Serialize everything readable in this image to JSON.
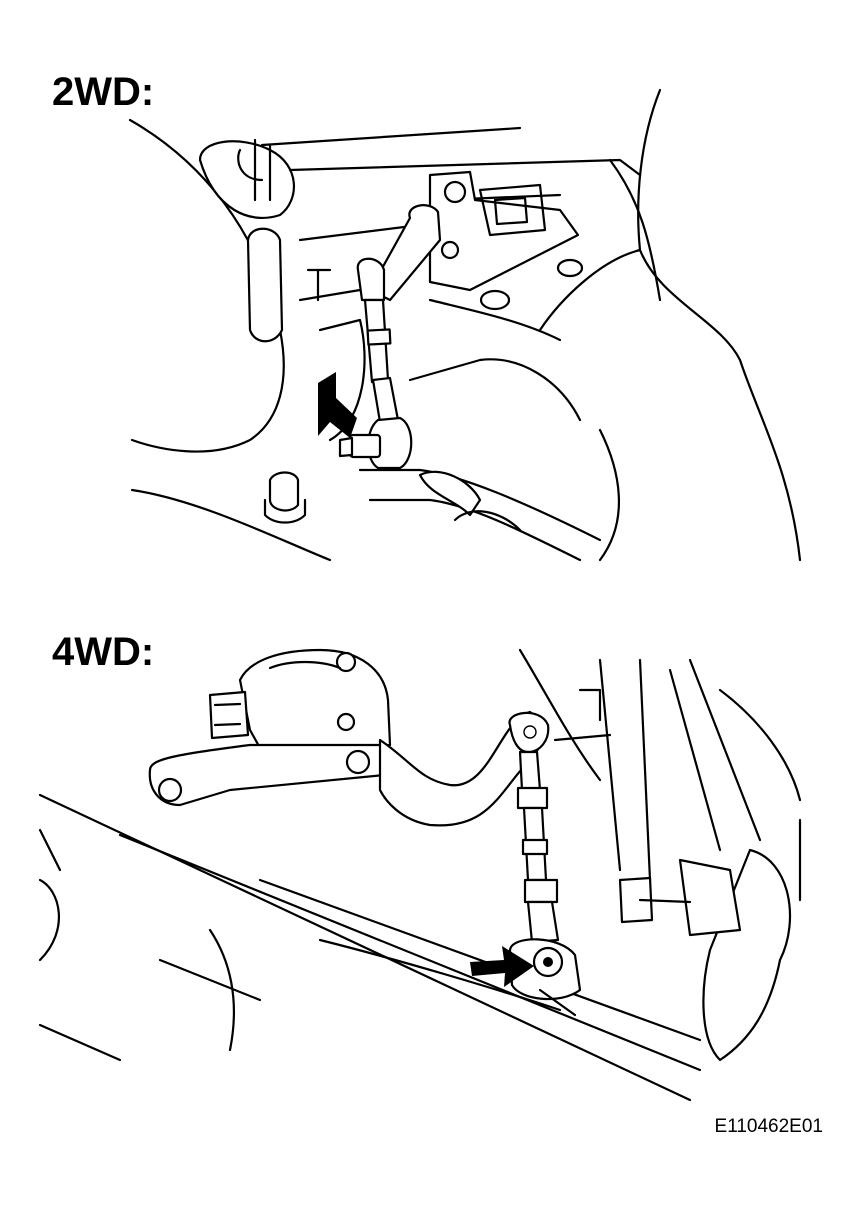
{
  "sections": [
    {
      "label": "2WD:"
    },
    {
      "label": "4WD:"
    }
  ],
  "figure_code": "E110462E01",
  "arrow_color": "#000000",
  "line_color": "#000000",
  "background_color": "#ffffff"
}
